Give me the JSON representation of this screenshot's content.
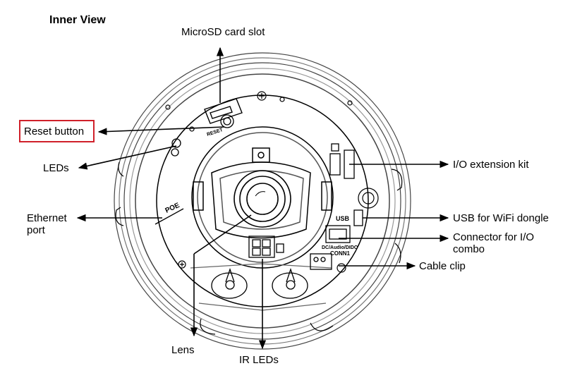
{
  "title": "Inner View",
  "labels": {
    "microsd": "MicroSD card slot",
    "reset": "Reset button",
    "leds": "LEDs",
    "ethernet_1": "Ethernet",
    "ethernet_2": "port",
    "io_kit": "I/O extension kit",
    "usb": "USB for WiFi dongle",
    "connector_1": "Connector for I/O",
    "connector_2": "combo",
    "cable_clip": "Cable clip",
    "lens": "Lens",
    "ir_leds": "IR LEDs"
  },
  "device_markings": {
    "poe": "POE",
    "reset": "RESET",
    "usb": "USB",
    "conn": "DC/Audio/DIDO",
    "conn1": "CONN1"
  },
  "colors": {
    "highlight": "#d0202a"
  }
}
